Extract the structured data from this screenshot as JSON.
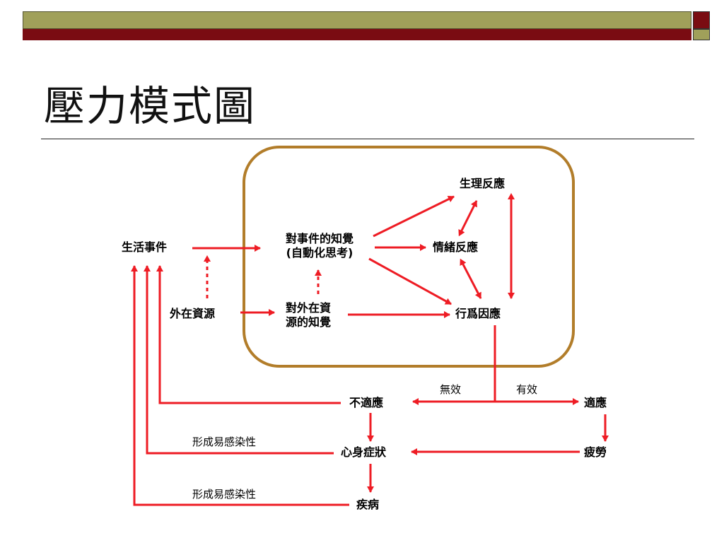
{
  "slide": {
    "title": "壓力模式圖"
  },
  "diagram": {
    "nodes": {
      "life_events": "生活事件",
      "perception_events_line1": "對事件的知覺",
      "perception_events_line2": "(自動化思考)",
      "external_resources": "外在資源",
      "perception_resources_line1": "對外在資",
      "perception_resources_line2": "源的知覺",
      "physiological": "生理反應",
      "emotional": "情緒反應",
      "behavioral": "行爲因應",
      "maladaptive": "不適應",
      "adaptive": "適應",
      "symptoms": "心身症狀",
      "fatigue": "疲勞",
      "disease": "疾病"
    },
    "edge_labels": {
      "ineffective": "無效",
      "effective": "有效",
      "susceptibility_1": "形成易感染性",
      "susceptibility_2": "形成易感染性"
    },
    "colors": {
      "arrow": "#ee1c24",
      "box_border": "#b27d2a",
      "line": "#ee1c24"
    }
  }
}
